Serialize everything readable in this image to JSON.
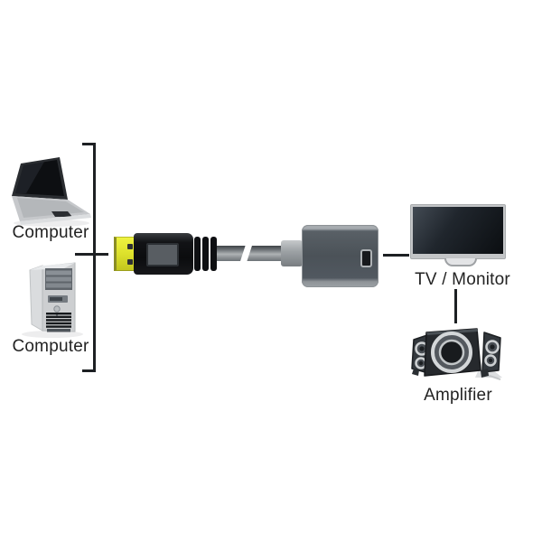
{
  "diagram": {
    "type": "connection-diagram",
    "devices": [
      {
        "id": "laptop",
        "icon": "laptop-icon",
        "label": "Computer"
      },
      {
        "id": "desktop",
        "icon": "desktop-tower-icon",
        "label": "Computer"
      },
      {
        "id": "tv",
        "icon": "tv-monitor-icon",
        "label": "TV / Monitor"
      },
      {
        "id": "amplifier",
        "icon": "amplifier-speaker-icon",
        "label": "Amplifier"
      }
    ],
    "adapter": {
      "icon": "hdmi-to-vga-adapter-icon",
      "parts": [
        "hdmi-plug",
        "cable",
        "adapter-box",
        "output-port"
      ]
    },
    "colors": {
      "background": "#ffffff",
      "line": "#1d2023",
      "text": "#232323",
      "hdmi_tip_yellow": "#dfe32d",
      "plug_black": "#121316",
      "cable_gray": "#8f9497",
      "adapter_body": "#4c5359",
      "adapter_edge": "#a6abaf",
      "tv_screen": "#14181d",
      "bezel_silver": "#c3c5c7"
    }
  }
}
